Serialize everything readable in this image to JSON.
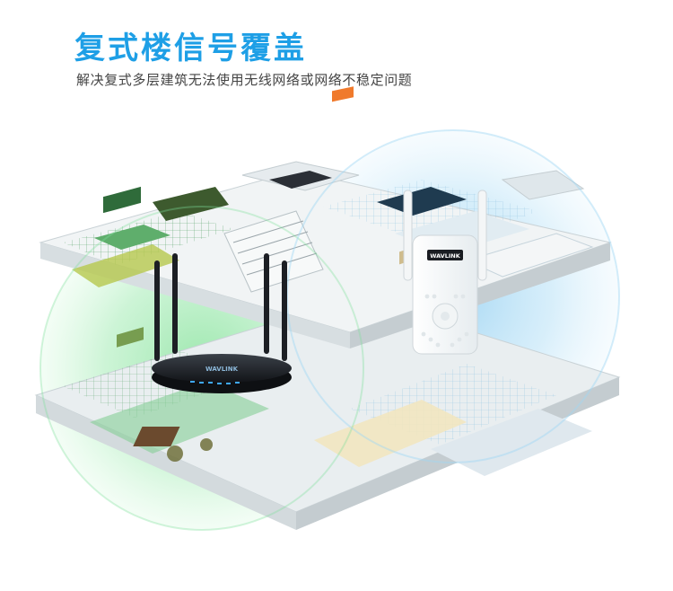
{
  "header": {
    "title": "复式楼信号覆盖",
    "subtitle": "解决复式多层建筑无法使用无线网络或网络不稳定问题"
  },
  "illustration": {
    "router_brand": "WAVLINK",
    "extender_brand": "WAVLINK",
    "colors": {
      "accent": "#1e9fe6",
      "router_coverage": "#4cd36b",
      "extender_coverage": "#5fb8ea",
      "router_body": "#1c1f24",
      "extender_body": "#ffffff",
      "wall": "#eef1f2",
      "floor_green": "#7fce8e",
      "floor_blue": "#bfe3f5"
    }
  }
}
